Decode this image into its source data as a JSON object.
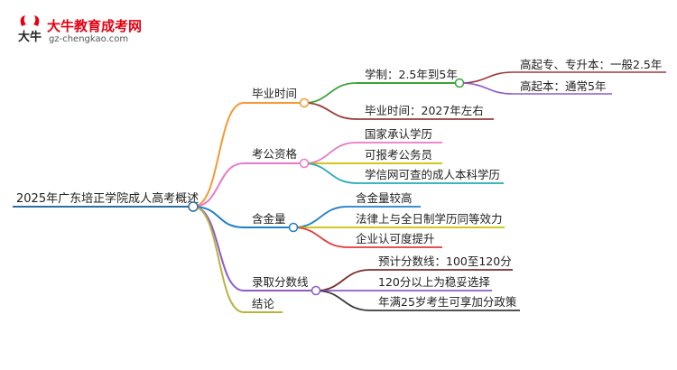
{
  "logo": {
    "brand": "大牛教育成考网",
    "url": "gz-chengkao.com",
    "mark_text": "大牛"
  },
  "colors": {
    "root": "#2c6e9f",
    "branch1": "#f39a33",
    "branch2": "#e879c8",
    "branch3": "#1f7fc8",
    "branch4": "#8e5bc7",
    "branch5": "#b8b33f",
    "leaf_green": "#3aa33a",
    "leaf_brown": "#9a3b3b",
    "leaf_pink": "#e879c8",
    "leaf_olive": "#c8c000",
    "leaf_teal": "#27a8b8",
    "leaf_red": "#e23a3a",
    "leaf_purple": "#8e5bc7",
    "leaf_darkred": "#7a2e2e"
  },
  "root": {
    "label": "2025年广东培正学院成人高考概述"
  },
  "branches": [
    {
      "label": "毕业时间",
      "children": [
        {
          "label": "学制：2.5年到5年",
          "children": [
            {
              "label": "高起专、专升本：一般2.5年"
            },
            {
              "label": "高起本：通常5年"
            }
          ]
        },
        {
          "label": "毕业时间：2027年左右"
        }
      ]
    },
    {
      "label": "考公资格",
      "children": [
        {
          "label": "国家承认学历"
        },
        {
          "label": "可报考公务员"
        },
        {
          "label": "学信网可查的成人本科学历"
        }
      ]
    },
    {
      "label": "含金量",
      "children": [
        {
          "label": "含金量较高"
        },
        {
          "label": "法律上与全日制学历同等效力"
        },
        {
          "label": "企业认可度提升"
        }
      ]
    },
    {
      "label": "录取分数线",
      "children": [
        {
          "label": "预计分数线：100至120分"
        },
        {
          "label": "120分以上为稳妥选择"
        },
        {
          "label": "年满25岁考生可享加分政策"
        }
      ]
    },
    {
      "label": "结论"
    }
  ]
}
